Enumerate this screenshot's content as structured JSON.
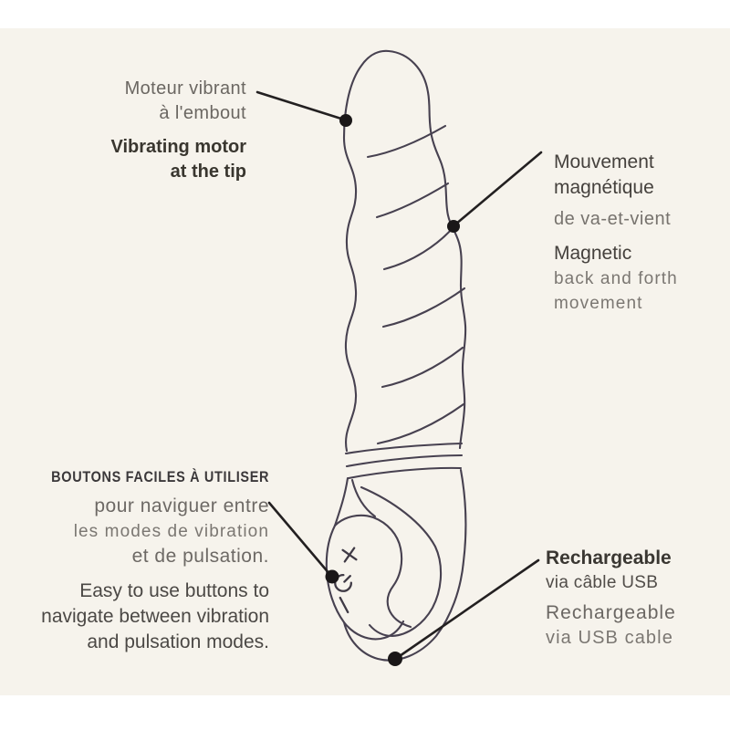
{
  "labels": {
    "motor": {
      "fr1": "Moteur vibrant",
      "fr2": "à l'embout",
      "en1": "Vibrating motor",
      "en2": "at the tip"
    },
    "magnetic": {
      "fr1": "Mouvement",
      "fr2": "magnétique",
      "fr3": "de va-et-vient",
      "en1": "Magnetic",
      "en2": "back and forth",
      "en3": "movement"
    },
    "buttons": {
      "title": "BOUTONS FACILES À UTILISER",
      "fr1": "pour naviguer entre",
      "fr2": "les modes de vibration",
      "fr3": "et de pulsation.",
      "en1": "Easy to use buttons to",
      "en2": "navigate between vibration",
      "en3": "and pulsation modes."
    },
    "charge": {
      "fr1": "Rechargeable",
      "fr2": "via câble USB",
      "en1": "Rechargeable",
      "en2": "via USB cable"
    }
  },
  "device_buttons": {
    "plus": "plus-icon",
    "power": "power-icon",
    "minus": "minus-icon"
  },
  "colors": {
    "background": "#f6f3ec",
    "band": "#ffffff",
    "line_art": "#474150",
    "callout": "#232021",
    "text_dark": "#3a3732",
    "text_gray": "#77736e"
  }
}
